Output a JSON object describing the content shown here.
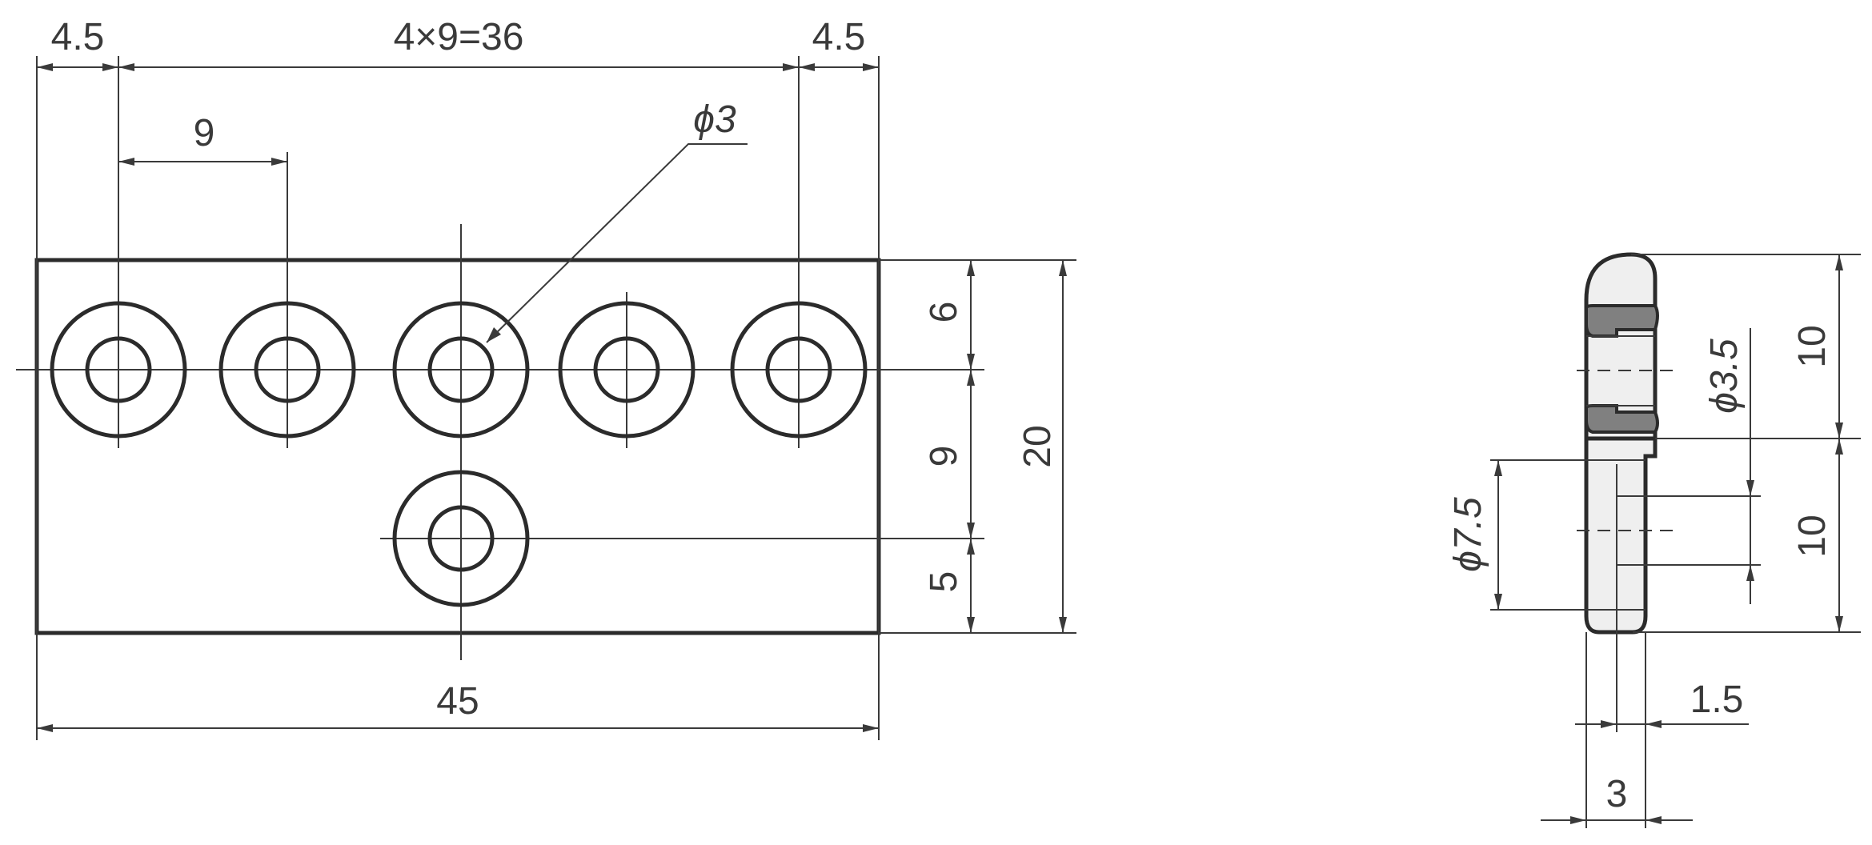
{
  "front_view": {
    "dim_left_margin": "4.5",
    "dim_pitch": "4×9=36",
    "dim_right_margin": "4.5",
    "dim_hole_spacing": "9",
    "dim_hole_dia": "ϕ3",
    "dim_top_to_center": "6",
    "dim_center_to_lower": "9",
    "dim_lower_to_bottom": "5",
    "dim_total_height": "20",
    "dim_total_width": "45"
  },
  "side_view": {
    "dim_upper_height": "10",
    "dim_lower_height": "10",
    "dim_bore_dia": "ϕ3.5",
    "dim_boss_dia": "ϕ7.5",
    "dim_step": "1.5",
    "dim_thickness": "3"
  },
  "colors": {
    "line": "#2b2b2b",
    "section_fill": "#808080",
    "light_fill": "#e8e8e8"
  }
}
